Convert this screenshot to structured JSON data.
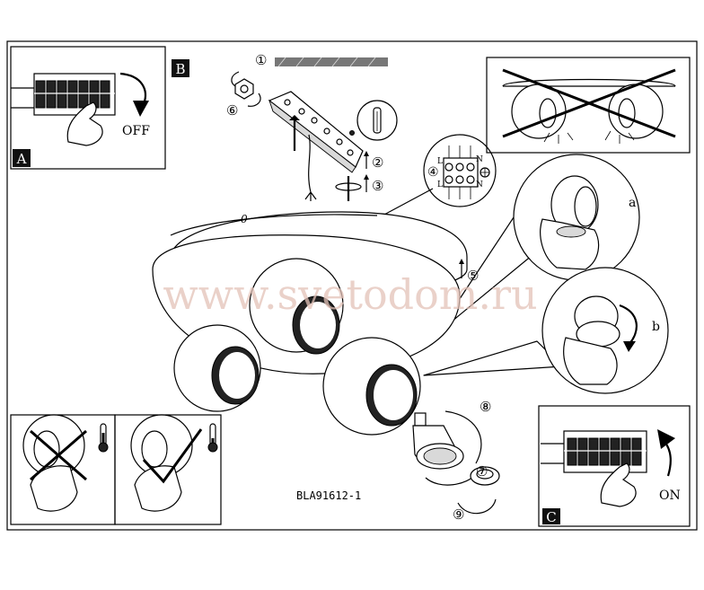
{
  "panels": {
    "a_label": "A",
    "b_label": "B",
    "c_label": "C"
  },
  "panel_a": {
    "switch_text": "OFF"
  },
  "panel_c": {
    "switch_text": "ON"
  },
  "steps": {
    "s1": "①",
    "s2": "②",
    "s3": "③",
    "s4": "④",
    "s5": "⑤",
    "s6": "⑥",
    "s7": "⑦",
    "s8": "⑧",
    "s9": "⑨"
  },
  "terminal": {
    "l_left": "L",
    "n_right": "N",
    "l_left2": "L",
    "n_right2": "N"
  },
  "callouts": {
    "a": "a",
    "b": "b"
  },
  "model_code": "BLA91612-1",
  "watermark": "www.svetodom.ru"
}
